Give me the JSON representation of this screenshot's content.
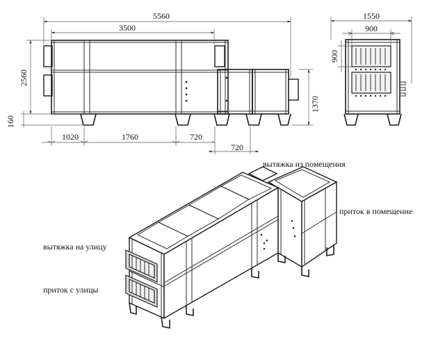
{
  "front_view": {
    "dims": {
      "overall_length": "5560",
      "upper_length": "3500",
      "height_total": "2560",
      "leg_height": "160",
      "section_1": "1020",
      "section_2": "1760",
      "section_3": "720",
      "section_4": "720",
      "lower_height": "1370"
    }
  },
  "side_view": {
    "dims": {
      "overall_width": "1550",
      "inner_width": "900",
      "grille_height": "900"
    }
  },
  "labels": {
    "exhaust_from_room": "вытяжка из помещения",
    "supply_to_room": "приток в помещение",
    "exhaust_outside": "вытяжка на улицу",
    "intake_outside": "приток с улицы"
  }
}
